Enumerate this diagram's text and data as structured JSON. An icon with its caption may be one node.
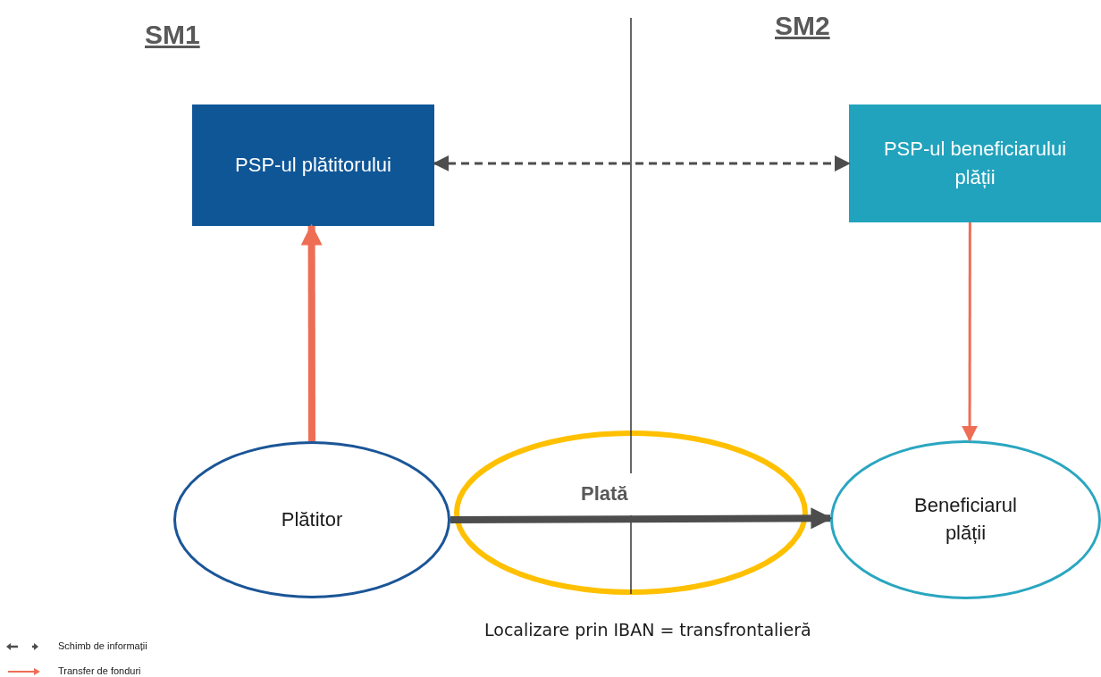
{
  "diagram": {
    "nodes": [
      {
        "text": [
          "PSP-ul plătitorului"
        ]
      },
      {
        "text": [
          "PSP-ul beneficiarului plății"
        ]
      },
      {
        "text": [
          "Plătitor"
        ]
      },
      {
        "text": [
          "Beneficiarul plății"
        ]
      }
    ],
    "edges": [
      {
        "from": 2,
        "to": 0,
        "arrow": "to",
        "style": "thick",
        "color": "#ed6e55"
      },
      {
        "from": 0,
        "to": 1,
        "arrow": "both",
        "style": "dashed",
        "color": "#4d4d4d"
      },
      {
        "from": 1,
        "to": 3,
        "arrow": "to",
        "color": "#ed6e55"
      },
      {
        "from": 2,
        "to": 3,
        "arrow": "to",
        "style": "thick",
        "label": "Plată",
        "color": "#4d4d4d"
      }
    ],
    "labels": [
      "SM1",
      "SM2",
      "Localizare prin IBAN = transfrontalieră"
    ],
    "legend": [
      {
        "text": "Schimb de informații"
      },
      {
        "text": "Transfer de fonduri"
      }
    ]
  }
}
